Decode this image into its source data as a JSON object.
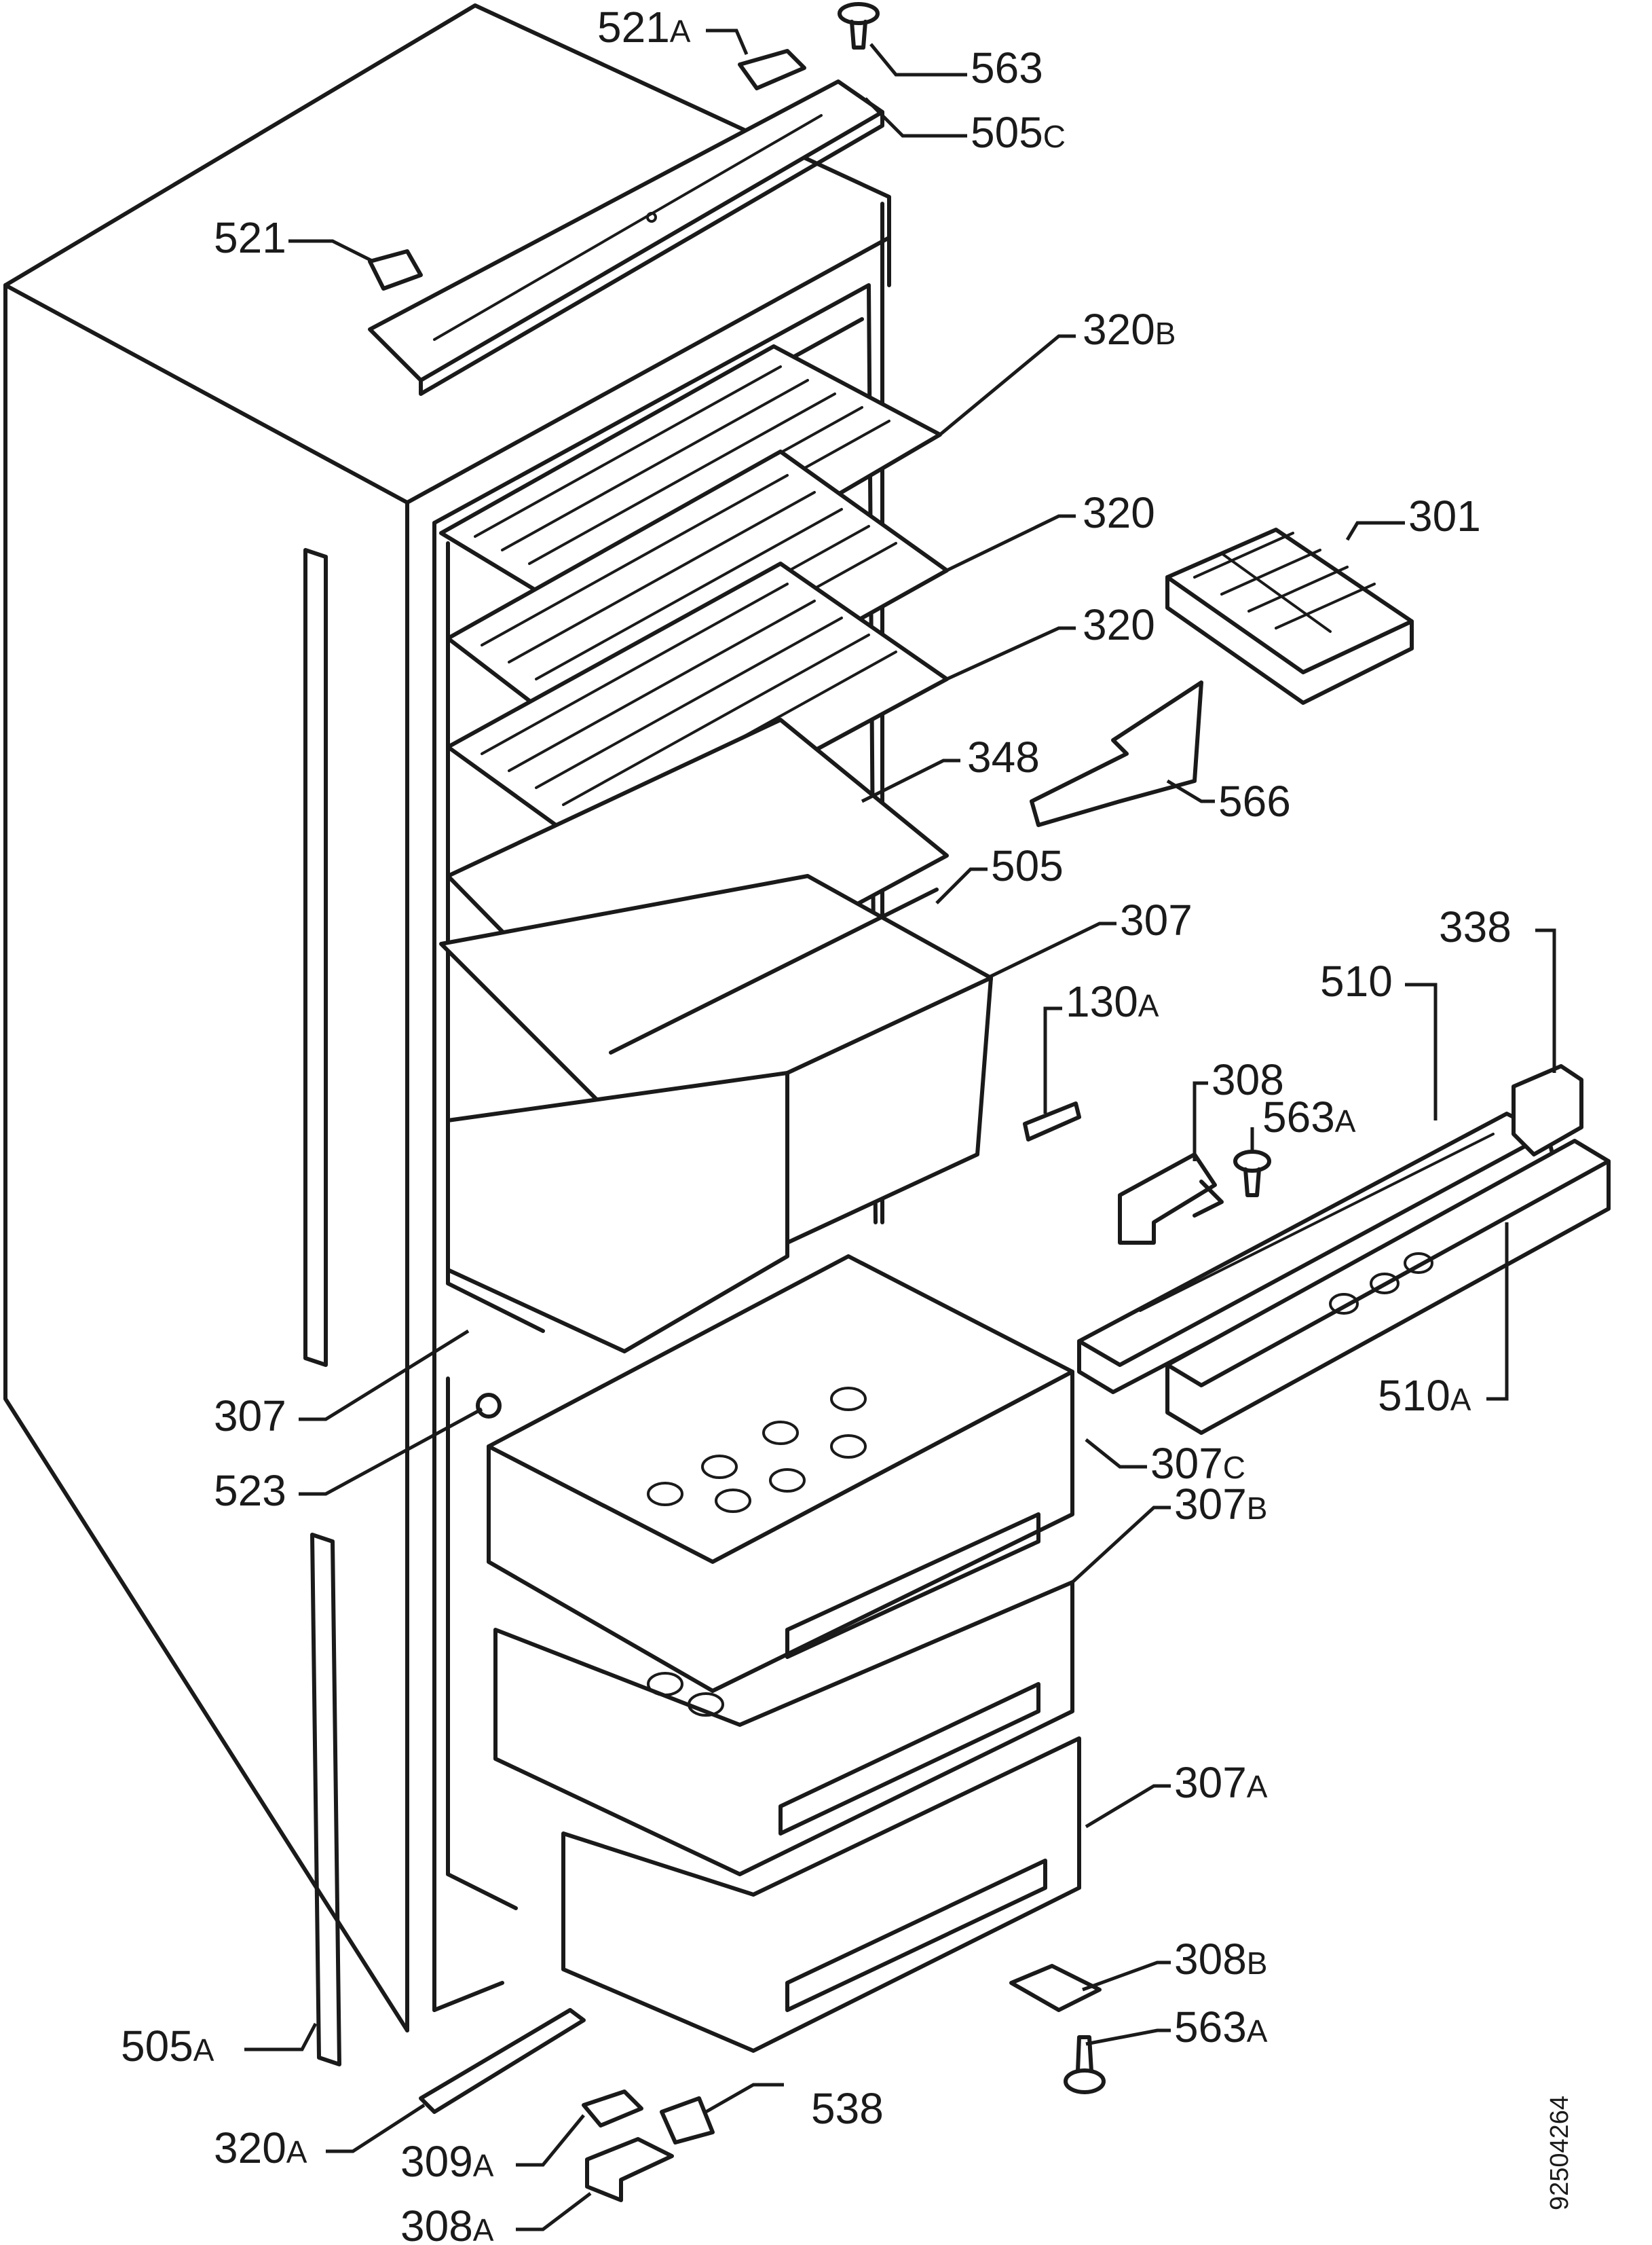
{
  "figure_code": "92504264",
  "labels": [
    {
      "key": "p521a",
      "num": "521",
      "suffix": "A"
    },
    {
      "key": "p563",
      "num": "563",
      "suffix": ""
    },
    {
      "key": "p505c",
      "num": "505",
      "suffix": "C"
    },
    {
      "key": "p521",
      "num": "521",
      "suffix": ""
    },
    {
      "key": "p320b",
      "num": "320",
      "suffix": "B"
    },
    {
      "key": "p320_1",
      "num": "320",
      "suffix": ""
    },
    {
      "key": "p301",
      "num": "301",
      "suffix": ""
    },
    {
      "key": "p320_2",
      "num": "320",
      "suffix": ""
    },
    {
      "key": "p348",
      "num": "348",
      "suffix": ""
    },
    {
      "key": "p566",
      "num": "566",
      "suffix": ""
    },
    {
      "key": "p505",
      "num": "505",
      "suffix": ""
    },
    {
      "key": "p307_top",
      "num": "307",
      "suffix": ""
    },
    {
      "key": "p338",
      "num": "338",
      "suffix": ""
    },
    {
      "key": "p510",
      "num": "510",
      "suffix": ""
    },
    {
      "key": "p130a",
      "num": "130",
      "suffix": "A"
    },
    {
      "key": "p308",
      "num": "308",
      "suffix": ""
    },
    {
      "key": "p563a_1",
      "num": "563",
      "suffix": "A"
    },
    {
      "key": "p510a",
      "num": "510",
      "suffix": "A"
    },
    {
      "key": "p307_left",
      "num": "307",
      "suffix": ""
    },
    {
      "key": "p307c",
      "num": "307",
      "suffix": "C"
    },
    {
      "key": "p523",
      "num": "523",
      "suffix": ""
    },
    {
      "key": "p307b",
      "num": "307",
      "suffix": "B"
    },
    {
      "key": "p307a",
      "num": "307",
      "suffix": "A"
    },
    {
      "key": "p308b",
      "num": "308",
      "suffix": "B"
    },
    {
      "key": "p563a_2",
      "num": "563",
      "suffix": "A"
    },
    {
      "key": "p505a",
      "num": "505",
      "suffix": "A"
    },
    {
      "key": "p538",
      "num": "538",
      "suffix": ""
    },
    {
      "key": "p320a",
      "num": "320",
      "suffix": "A"
    },
    {
      "key": "p309a",
      "num": "309",
      "suffix": "A"
    },
    {
      "key": "p308a",
      "num": "308",
      "suffix": "A"
    }
  ]
}
